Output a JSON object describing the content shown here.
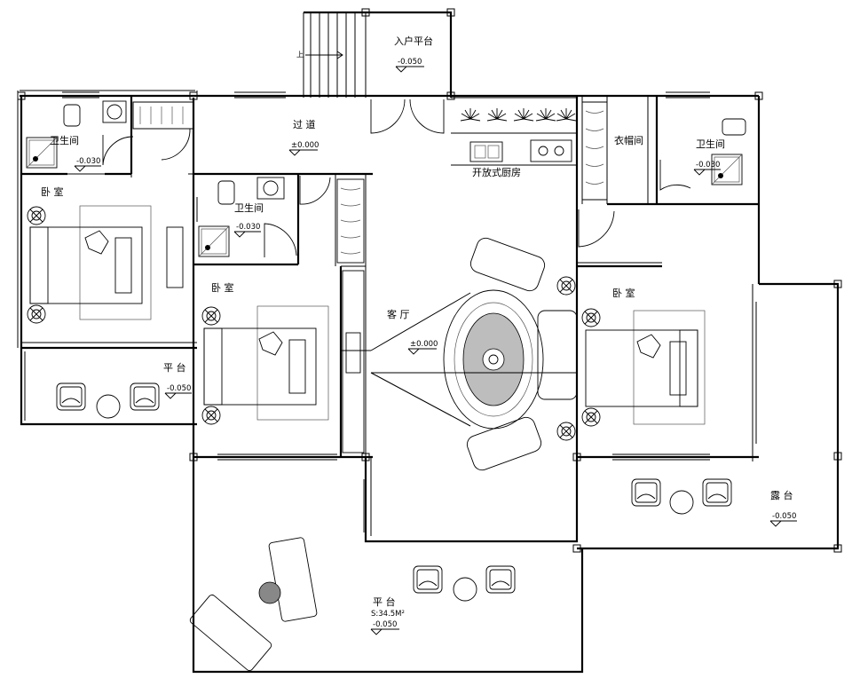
{
  "rooms": {
    "entry_platform": "入户平台",
    "corridor": "过 道",
    "open_kitchen": "开放式厨房",
    "wardrobe": "衣帽间",
    "bath_left": "卫生间",
    "bath_mid": "卫生间",
    "bath_right": "卫生间",
    "bedroom_left": "卧  室",
    "bedroom_mid": "卧  室",
    "bedroom_right": "卧  室",
    "living_room": "客  厅",
    "platform_left": "平  台",
    "platform_bottom": "平  台",
    "terrace": "露  台"
  },
  "levels": {
    "entry_platform": "-0.050",
    "corridor": "±0.000",
    "bath_left": "-0.030",
    "bath_mid": "-0.030",
    "bath_right": "-0.030",
    "living_room": "±0.000",
    "platform_left": "-0.050",
    "platform_bottom": "-0.050",
    "terrace": "-0.050"
  },
  "area": {
    "platform_bottom": "S:34.5M²"
  },
  "stair_label": "上"
}
